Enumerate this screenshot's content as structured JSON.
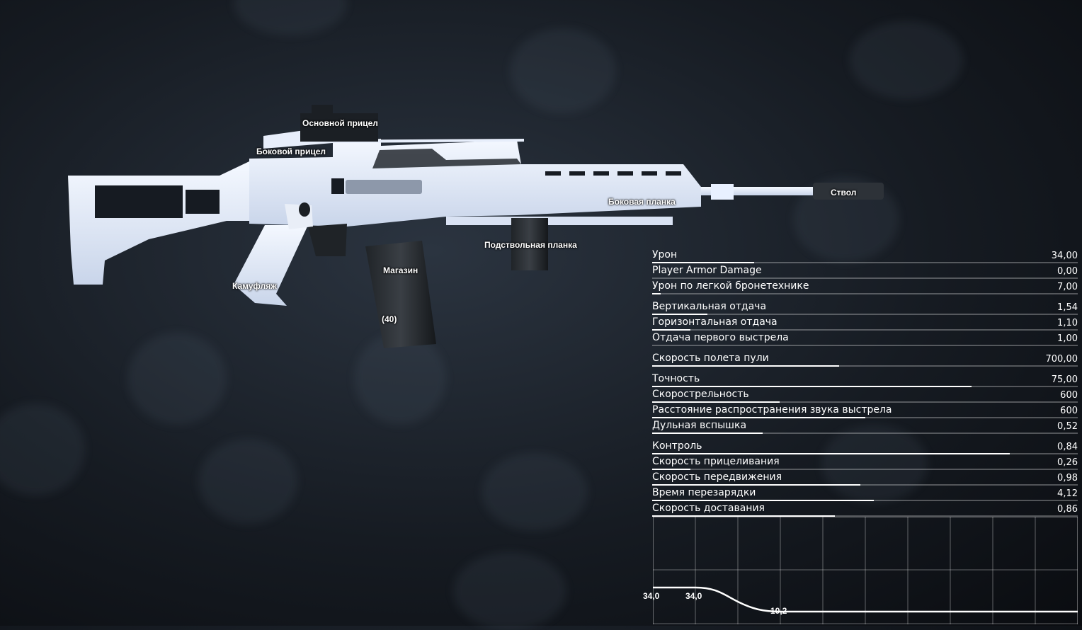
{
  "weapon_parts": {
    "main_sight": "Основной прицел",
    "side_sight": "Боковой прицел",
    "barrel": "Ствол",
    "side_rail": "Боковая планка",
    "underbarrel_rail": "Подствольная планка",
    "magazine": "Магазин",
    "magazine_capacity": "(40)",
    "camouflage": "Камуфляж"
  },
  "stats": [
    {
      "label": "Урон",
      "value": "34,00",
      "fill": 0.24
    },
    {
      "label": "Player Armor Damage",
      "value": "0,00",
      "fill": 0.0
    },
    {
      "label": "Урон по легкой бронетехнике",
      "value": "7,00",
      "fill": 0.02
    },
    {
      "label": "Вертикальная отдача",
      "value": "1,54",
      "fill": 0.13
    },
    {
      "label": "Горизонтальная отдача",
      "value": "1,10",
      "fill": 0.09
    },
    {
      "label": "Отдача первого выстрела",
      "value": "1,00",
      "fill": 0.0
    },
    {
      "label": "Скорость полета пули",
      "value": "700,00",
      "fill": 0.44
    },
    {
      "label": "Точность",
      "value": "75,00",
      "fill": 0.75
    },
    {
      "label": "Скорострельность",
      "value": "600",
      "fill": 0.3
    },
    {
      "label": "Расстояние распространения звука выстрела",
      "value": "600",
      "fill": 0.5
    },
    {
      "label": "Дульная вспышка",
      "value": "0,52",
      "fill": 0.26
    },
    {
      "label": "Контроль",
      "value": "0,84",
      "fill": 0.84
    },
    {
      "label": "Скорость прицеливания",
      "value": "0,26",
      "fill": 0.09
    },
    {
      "label": "Скорость передвижения",
      "value": "0,98",
      "fill": 0.49
    },
    {
      "label": "Время перезарядки",
      "value": "4,12",
      "fill": 0.52
    },
    {
      "label": "Скорость доставания",
      "value": "0,86",
      "fill": 0.43
    }
  ],
  "damage_graph": {
    "labels": [
      "34,0",
      "34,0",
      "10,2"
    ],
    "points": [
      34.0,
      34.0,
      10.2
    ]
  }
}
